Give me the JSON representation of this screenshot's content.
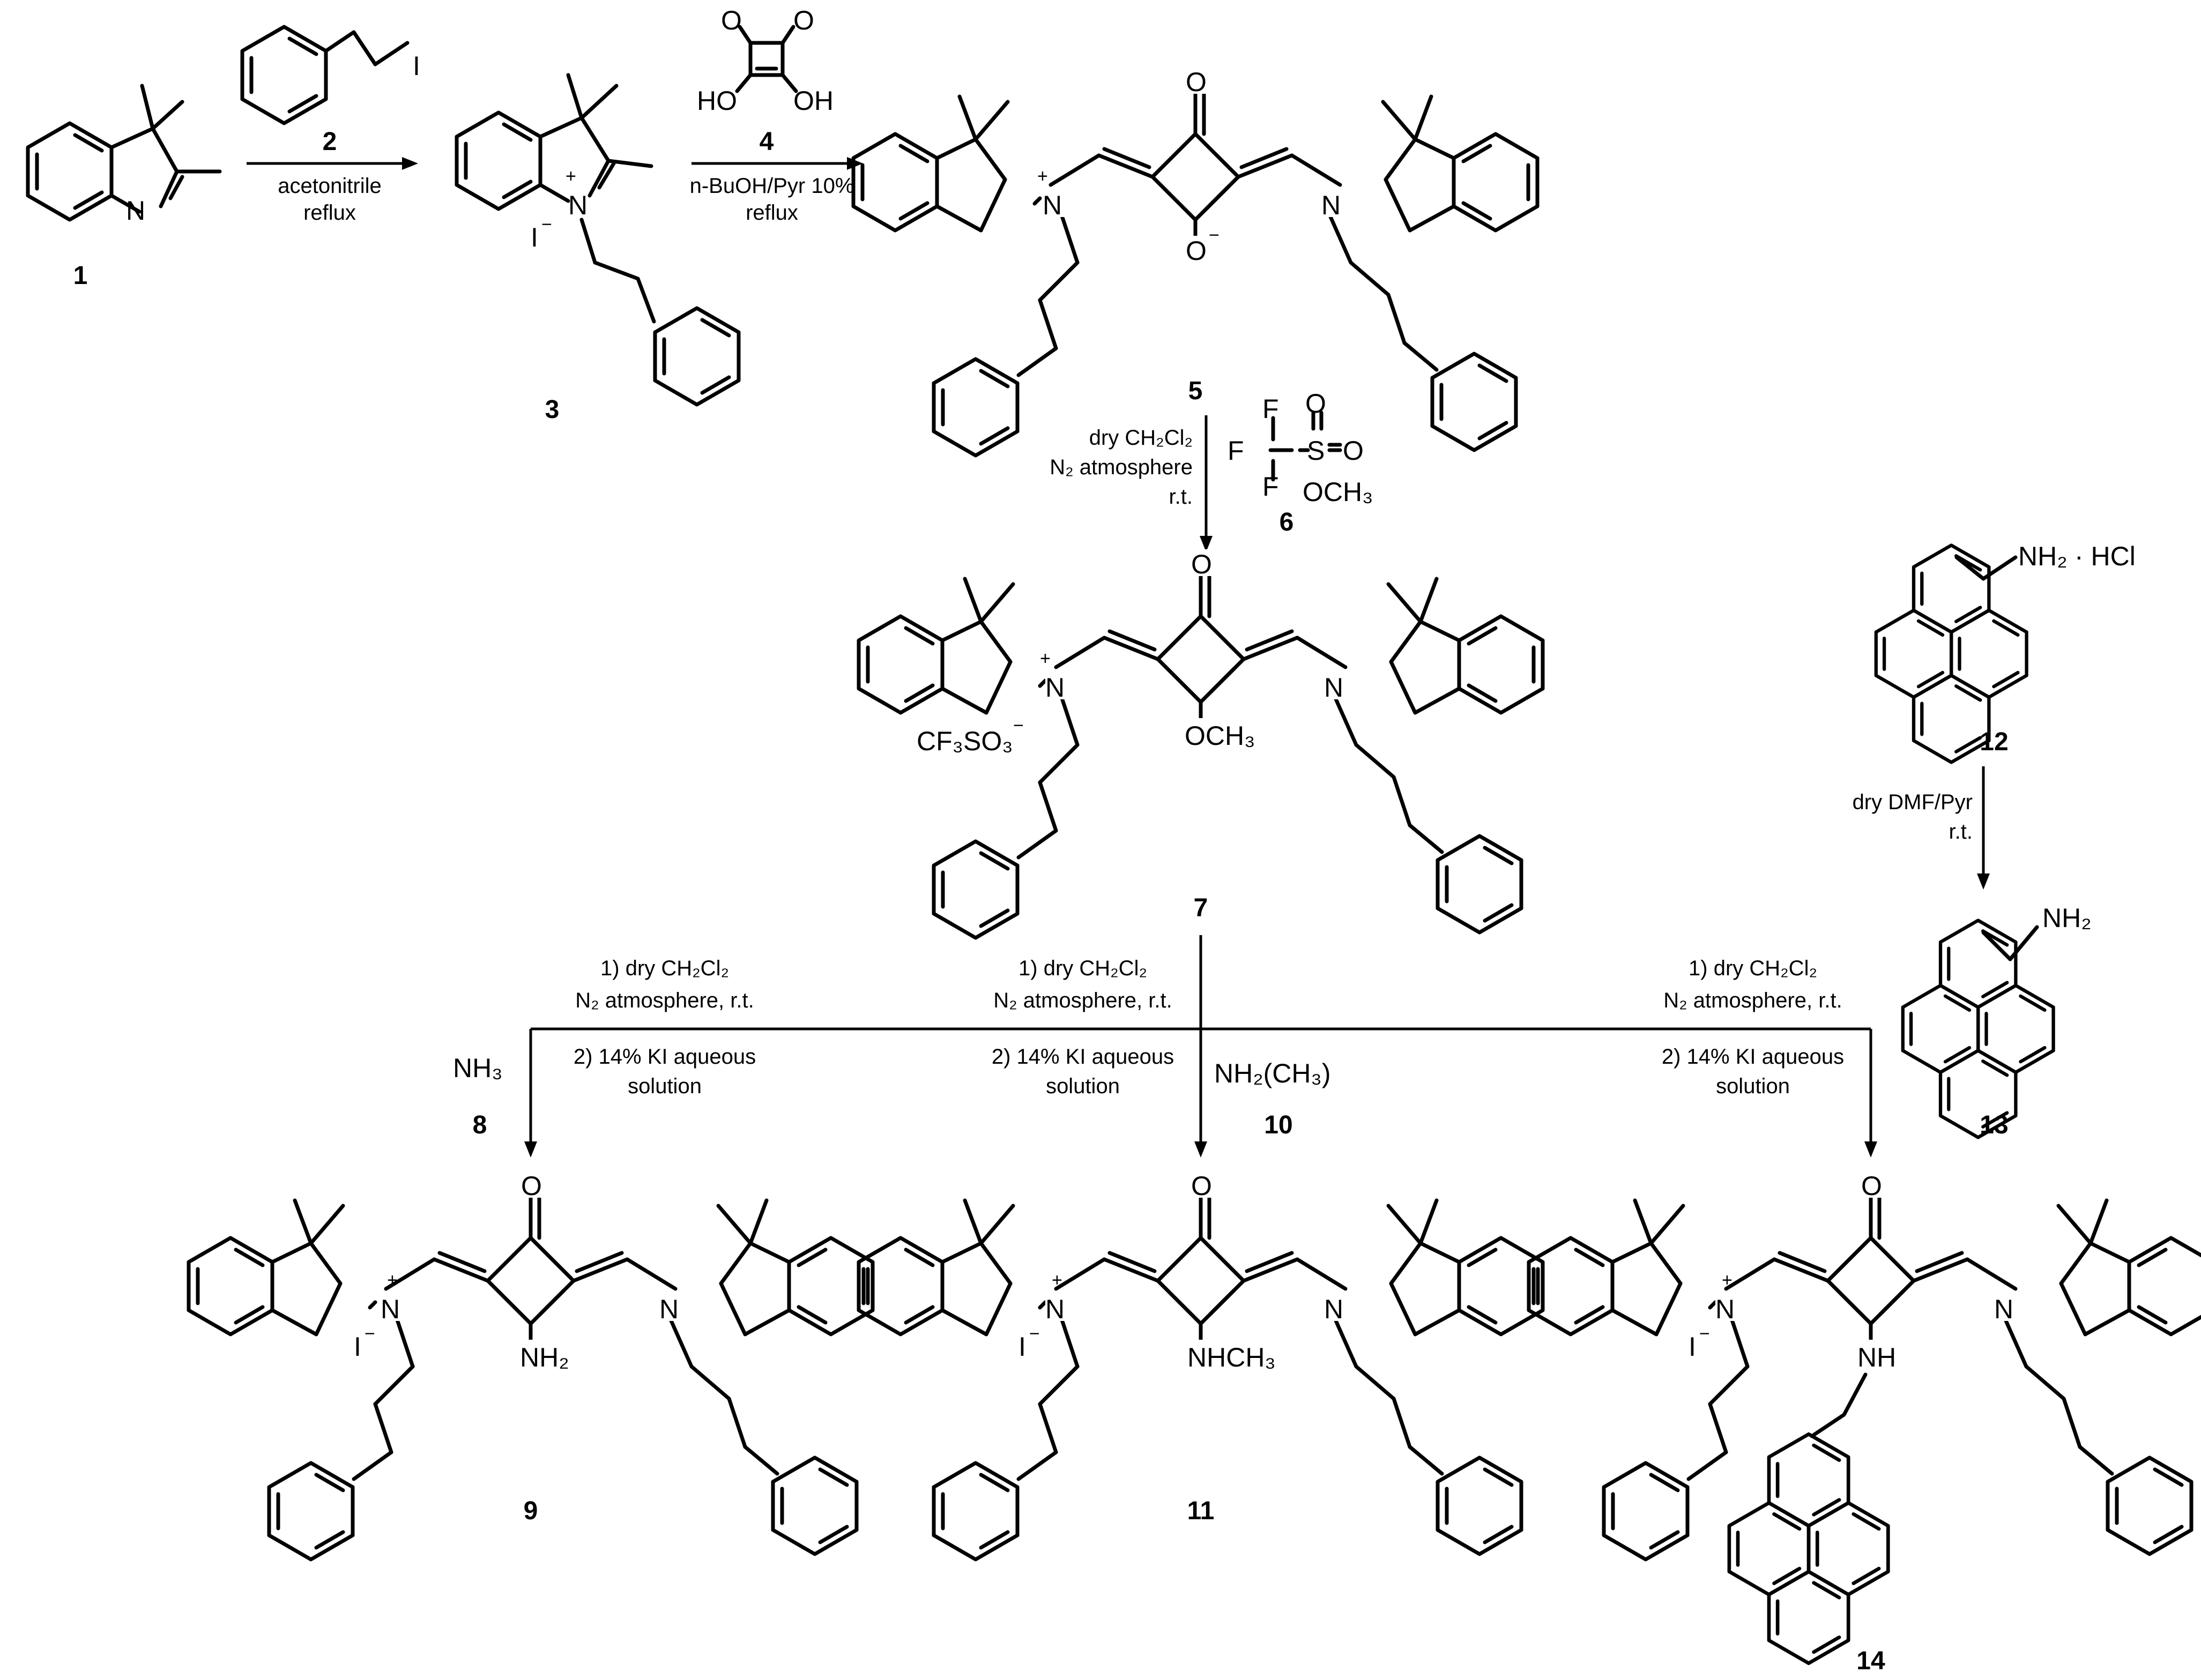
{
  "compounds": {
    "c1": "1",
    "c2": "2",
    "c3": "3",
    "c4": "4",
    "c5": "5",
    "c6": "6",
    "c7": "7",
    "c8": "8",
    "c9": "9",
    "c10": "10",
    "c11": "11",
    "c12": "12",
    "c13": "13",
    "c14": "14"
  },
  "atoms": {
    "N": "N",
    "plus": "+",
    "minus": "−",
    "O": "O",
    "I": "I",
    "HO": "HO",
    "OH": "OH",
    "F": "F",
    "S": "S",
    "iodide": "I",
    "triflate": "CF₃SO₃",
    "ome": "OCH₃",
    "nh2": "NH₂",
    "nhch3": "NHCH₃",
    "nh": "NH",
    "ome_s": "OCH₃",
    "amine_hcl_main": "NH₂",
    "amine_hcl_salt": "· HCl",
    "amine13": "NH₂"
  },
  "conditions": {
    "step1_a": "acetonitrile",
    "step1_b": "reflux",
    "step2_a": "n-BuOH/Pyr 10%",
    "step2_b": "reflux",
    "step3_a": "dry CH₂Cl₂",
    "step3_b": "N₂ atmosphere",
    "step3_c": "r.t.",
    "step4_a": "dry DMF/Pyr",
    "step4_b": "r.t.",
    "branch_left_a": "1) dry CH₂Cl₂",
    "branch_left_b": "N₂ atmosphere, r.t.",
    "branch_left_c": "2) 14% KI aqueous",
    "branch_left_d": "solution",
    "branch_mid_a": "1) dry CH₂Cl₂",
    "branch_mid_b": "N₂ atmosphere, r.t.",
    "branch_mid_c": "2) 14% KI aqueous",
    "branch_mid_d": "solution",
    "branch_right_a": "1) dry CH₂Cl₂",
    "branch_right_b": "N₂ atmosphere, r.t.",
    "branch_right_c": "2) 14% KI aqueous",
    "branch_right_d": "solution",
    "reagent8": "NH₃",
    "reagent10": "NH₂(CH₃)"
  }
}
